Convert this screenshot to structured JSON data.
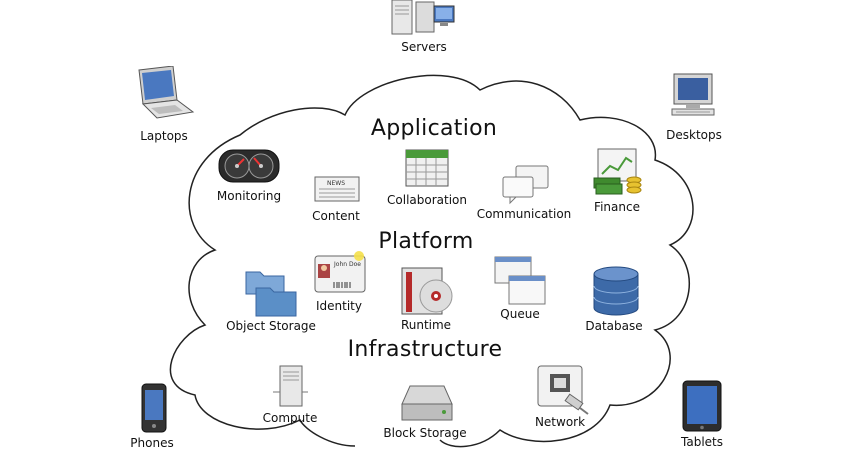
{
  "sections": {
    "application": "Application",
    "platform": "Platform",
    "infrastructure": "Infrastructure"
  },
  "devices": {
    "servers": "Servers",
    "laptops": "Laptops",
    "desktops": "Desktops",
    "phones": "Phones",
    "tablets": "Tablets"
  },
  "application_items": {
    "monitoring": "Monitoring",
    "content": "Content",
    "collaboration": "Collaboration",
    "communication": "Communication",
    "finance": "Finance"
  },
  "platform_items": {
    "object_storage": "Object Storage",
    "identity": "Identity",
    "runtime": "Runtime",
    "queue": "Queue",
    "database": "Database"
  },
  "infrastructure_items": {
    "compute": "Compute",
    "block_storage": "Block Storage",
    "network": "Network"
  },
  "content_icon_text": "NEWS",
  "identity_card_text": "John Doe",
  "colors": {
    "cloud_outline": "#222222",
    "database_blue": "#3d6aa8",
    "folder_blue": "#5b8fc7",
    "runtime_red": "#b52a2a",
    "calendar_green": "#4a9a3a",
    "screen_blue": "#4a78c0"
  }
}
